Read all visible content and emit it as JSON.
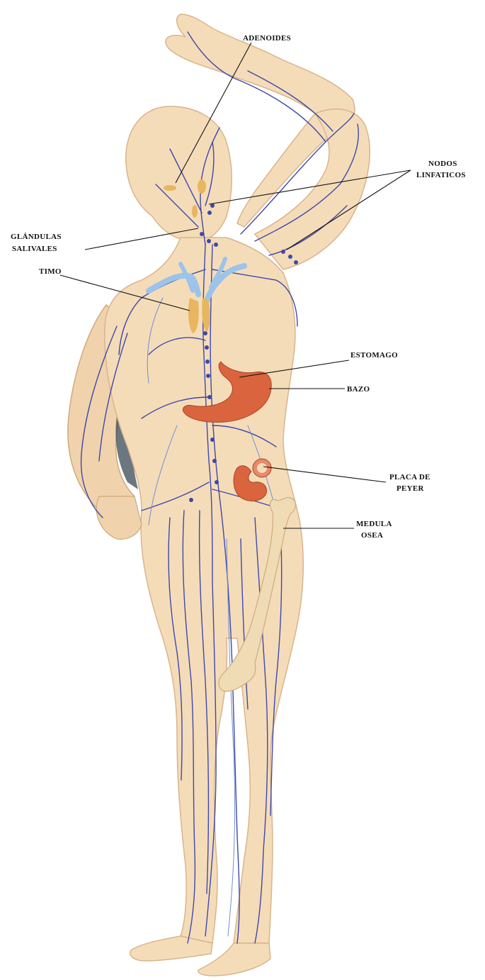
{
  "labels": {
    "adenoides": "ADENOIDES",
    "nodos_l1": "NODOS",
    "nodos_l2": "LINFATICOS",
    "glandulas_l1": "GLÁNDULAS",
    "glandulas_l2": "SALIVALES",
    "timo": "TIMO",
    "estomago": "ESTOMAGO",
    "bazo": "BAZO",
    "placa_l1": "PLACA DE",
    "placa_l2": "PEYER",
    "medula_l1": "MEDULA",
    "medula_l2": "OSEA"
  },
  "colors": {
    "skin": "#f5dcb9",
    "skin_outline": "#d9b48c",
    "vessel": "#3d49a8",
    "vessel_light": "#6f8fd0",
    "thymus": "#e8b660",
    "stomach": "#d9643e",
    "bone": "#efdcb5",
    "leader_line": "#111111"
  }
}
